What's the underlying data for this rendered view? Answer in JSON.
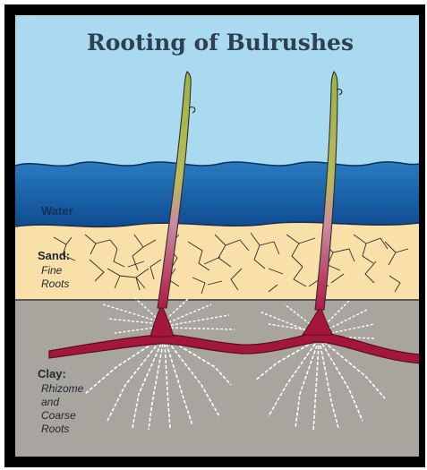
{
  "title": "Rooting of Bulrushes",
  "layers": {
    "water": {
      "label": "Water"
    },
    "sand": {
      "label": "Sand:",
      "sub1": "Fine",
      "sub2": "Roots"
    },
    "clay": {
      "label": "Clay:",
      "sub1": "Rhizome",
      "sub2": "and",
      "sub3": "Coarse",
      "sub4": "Roots"
    }
  },
  "colors": {
    "frame": "#000000",
    "sky": "#a9daf0",
    "water_top": "#1f6fb4",
    "water_bottom": "#0f4f95",
    "sand": "#f8e0a8",
    "clay": "#a7a59e",
    "rhizome": "#a3173a",
    "stem_top": "#8aa23a",
    "stem_bottom": "#b21847"
  }
}
